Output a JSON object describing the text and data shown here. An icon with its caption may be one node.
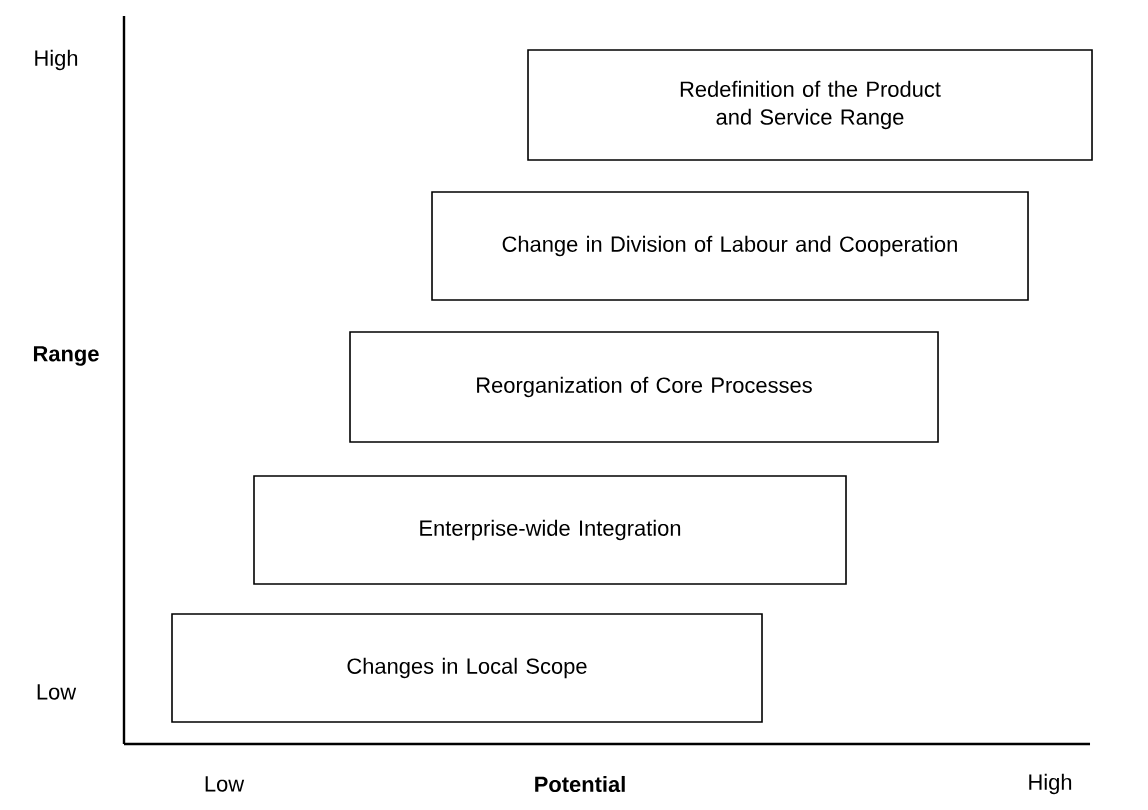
{
  "diagram": {
    "nodes": [
      {
        "text": [
          "Redefinition of the Product and Service Range"
        ]
      },
      {
        "text": [
          "Change in Division of Labour and Cooperation"
        ]
      },
      {
        "text": [
          "Reorganization of Core Processes"
        ]
      },
      {
        "text": [
          "Enterprise-wide Integration"
        ]
      },
      {
        "text": [
          "Changes in Local Scope"
        ]
      }
    ],
    "edges": [],
    "labels": [
      "High",
      "Range",
      "Low",
      "Low",
      "Potential",
      "High"
    ]
  }
}
